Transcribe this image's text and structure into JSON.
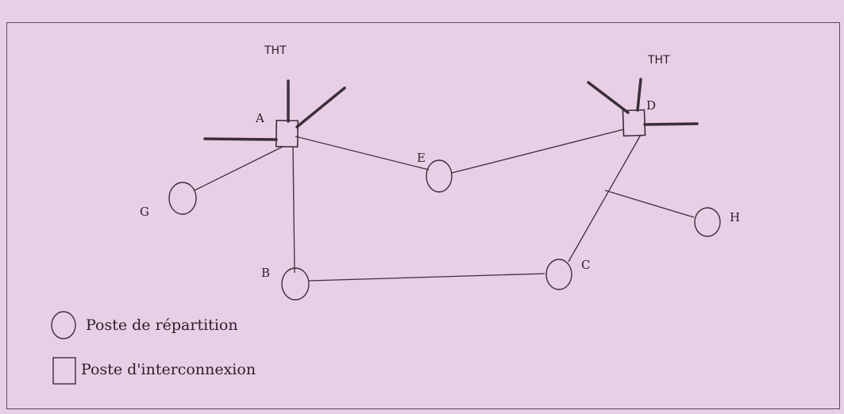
{
  "diagram": {
    "tht_labels": [
      "THT",
      "THT"
    ],
    "nodes": {
      "A": {
        "label": "A",
        "kind": "interconnexion"
      },
      "D": {
        "label": "D",
        "kind": "interconnexion"
      },
      "E": {
        "label": "E",
        "kind": "repartition"
      },
      "G": {
        "label": "G",
        "kind": "repartition"
      },
      "B": {
        "label": "B",
        "kind": "repartition"
      },
      "C": {
        "label": "C",
        "kind": "repartition"
      },
      "H": {
        "label": "H",
        "kind": "repartition"
      }
    },
    "edges": [
      [
        "A",
        "E"
      ],
      [
        "E",
        "D"
      ],
      [
        "A",
        "G"
      ],
      [
        "A",
        "B"
      ],
      [
        "B",
        "C"
      ],
      [
        "C",
        "D"
      ],
      [
        "CD",
        "H"
      ]
    ]
  },
  "legend": {
    "repartition": "Poste de répartition",
    "interconnexion": "Poste d'interconnexion"
  },
  "colors": {
    "line": "#3a2f39",
    "background": "#e9cfe6"
  }
}
